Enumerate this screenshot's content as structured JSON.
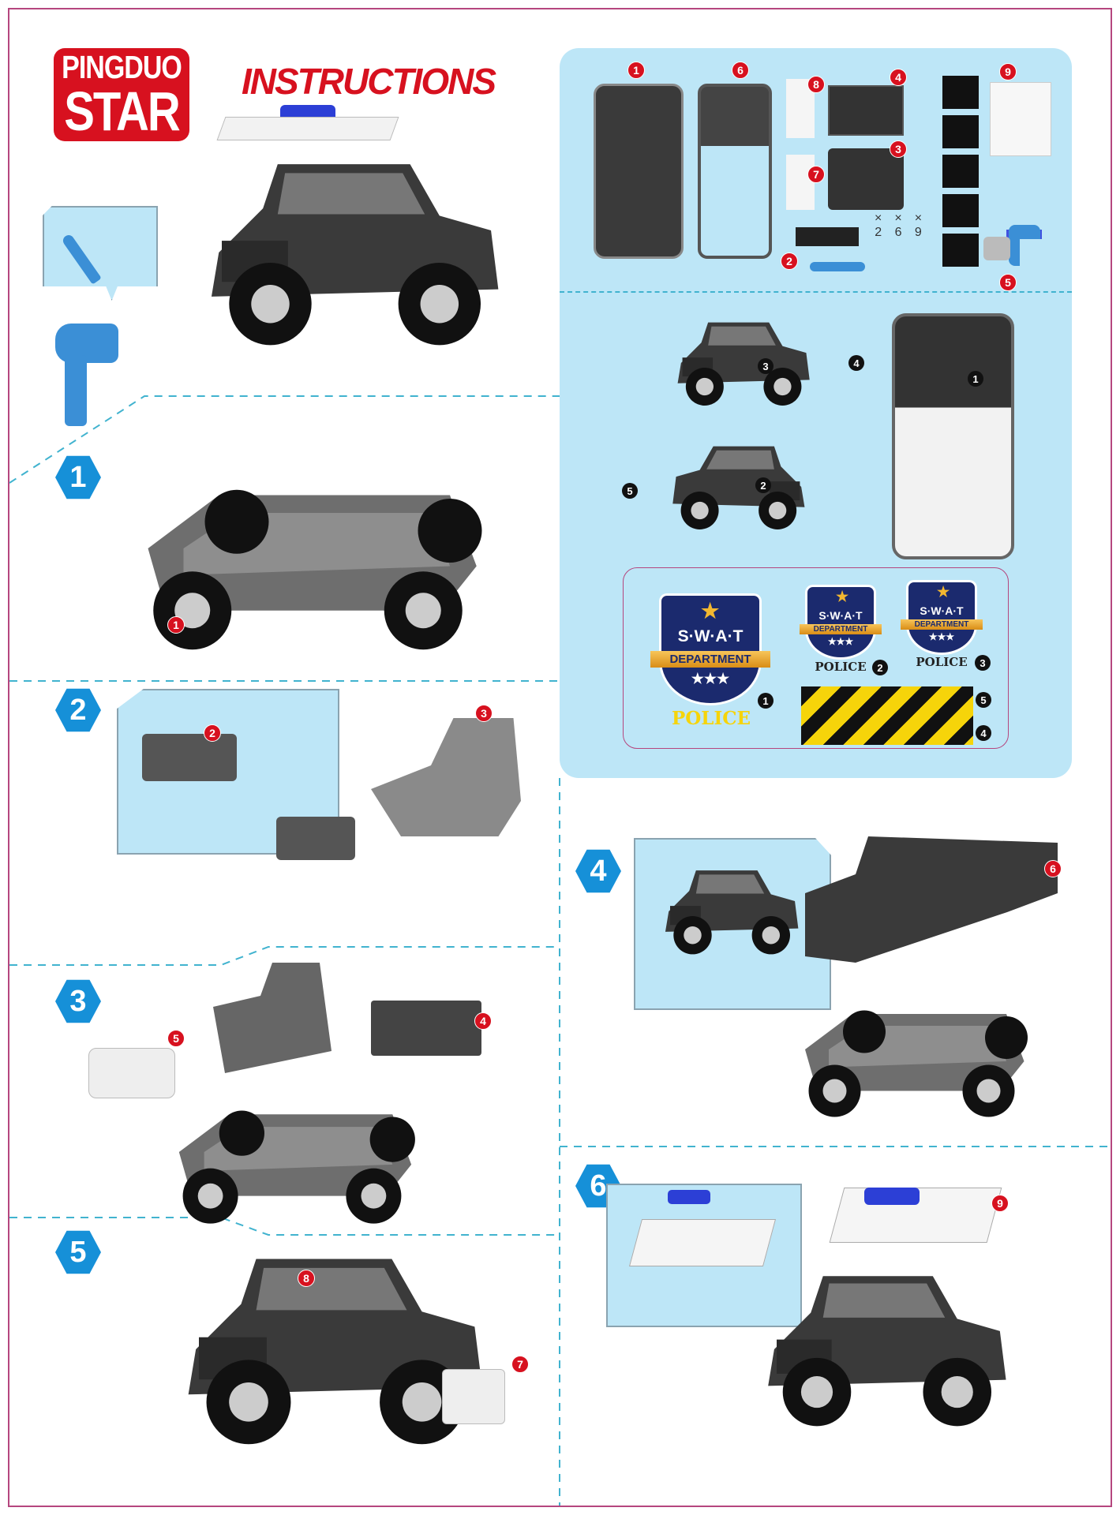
{
  "brand": {
    "line1": "PINGDUO",
    "line2": "STAR"
  },
  "title": "INSTRUCTIONS",
  "parts": {
    "numbers": [
      "1",
      "2",
      "3",
      "4",
      "5",
      "6",
      "7",
      "8",
      "9"
    ],
    "quantities": [
      {
        "mark": "×",
        "count": "2"
      },
      {
        "mark": "×",
        "count": "6"
      },
      {
        "mark": "×",
        "count": "9"
      }
    ]
  },
  "preview": {
    "labels": [
      "3",
      "4",
      "2",
      "5",
      "1"
    ]
  },
  "stickers": {
    "swat": "S·W·A·T",
    "department": "DEPARTMENT",
    "police": "POLICE",
    "numbers": [
      "1",
      "2",
      "3",
      "5",
      "4"
    ]
  },
  "steps": [
    {
      "number": "1",
      "parts": [
        "1"
      ]
    },
    {
      "number": "2",
      "parts": [
        "2",
        "3"
      ]
    },
    {
      "number": "3",
      "parts": [
        "5",
        "4"
      ]
    },
    {
      "number": "4",
      "parts": [
        "6"
      ]
    },
    {
      "number": "5",
      "parts": [
        "8",
        "7"
      ]
    },
    {
      "number": "6",
      "parts": [
        "9"
      ]
    }
  ],
  "colors": {
    "accent": "#d7111f",
    "step": "#1690d8",
    "panel": "#bde6f7",
    "divider": "#41b3cf"
  }
}
